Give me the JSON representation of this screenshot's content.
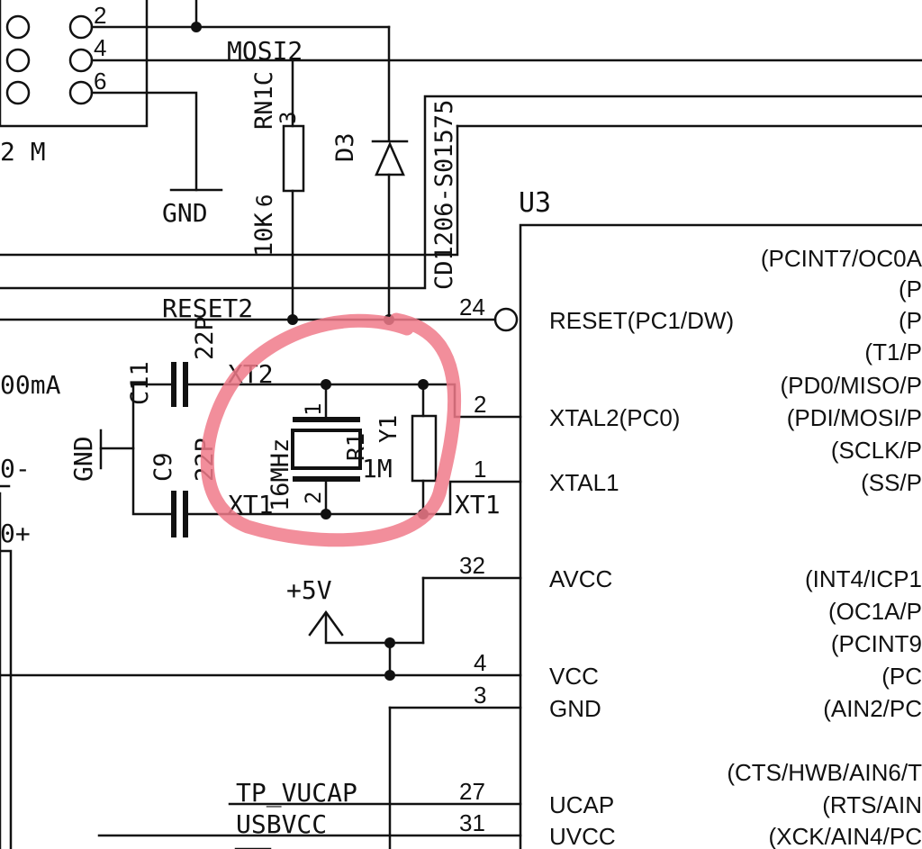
{
  "header_pins": [
    "2",
    "4",
    "6"
  ],
  "header_cut_label": "2 M",
  "net_labels": {
    "mosi": "MOSI2",
    "reset": "RESET2",
    "tp_vucap": "TP_VUCAP",
    "usbvcc": "USBVCC",
    "xt2": "XT2",
    "xt1_left": "XT1",
    "xt1_right": "XT1"
  },
  "power": {
    "gnd_top": "GND",
    "gnd_left": "GND",
    "plus5v": "+5V"
  },
  "partial_labels": {
    "current": "00mA",
    "minus": "0-",
    "plus": "0+"
  },
  "components": {
    "rn1c": {
      "ref": "RN1C",
      "value": "10K",
      "pin_top": "3",
      "pin_bottom": "6"
    },
    "d3": {
      "ref": "D3",
      "part": "CD1206-S01575"
    },
    "c11": {
      "ref": "C11",
      "value": "22P"
    },
    "c9": {
      "ref": "C9",
      "value": "22P"
    },
    "y1": {
      "ref": "Y1",
      "freq": "16MHz",
      "pin_top": "1",
      "pin_bottom": "2"
    },
    "r1": {
      "ref": "R1",
      "value": "1M"
    },
    "u3": {
      "ref": "U3"
    }
  },
  "u3_left_pins": [
    {
      "num": "24",
      "name": "RESET(PC1/DW)"
    },
    {
      "num": "2",
      "name": "XTAL2(PC0)"
    },
    {
      "num": "1",
      "name": "XTAL1"
    },
    {
      "num": "32",
      "name": "AVCC"
    },
    {
      "num": "4",
      "name": "VCC"
    },
    {
      "num": "3",
      "name": "GND"
    },
    {
      "num": "27",
      "name": "UCAP"
    },
    {
      "num": "31",
      "name": "UVCC"
    }
  ],
  "u3_right_labels": [
    "(PCINT7/OC0A",
    "(P",
    "(P",
    "(T1/P",
    "(PD0/MISO/P",
    "(PDI/MOSI/P",
    "(SCLK/P",
    "(SS/P",
    "(INT4/ICP1",
    "(OC1A/P",
    "(PCINT9",
    "(PC",
    "(AIN2/PC",
    "(CTS/HWB/AIN6/T",
    "(RTS/AIN",
    "(XCK/AIN4/PC"
  ],
  "annotation_color": "#f07a8a"
}
